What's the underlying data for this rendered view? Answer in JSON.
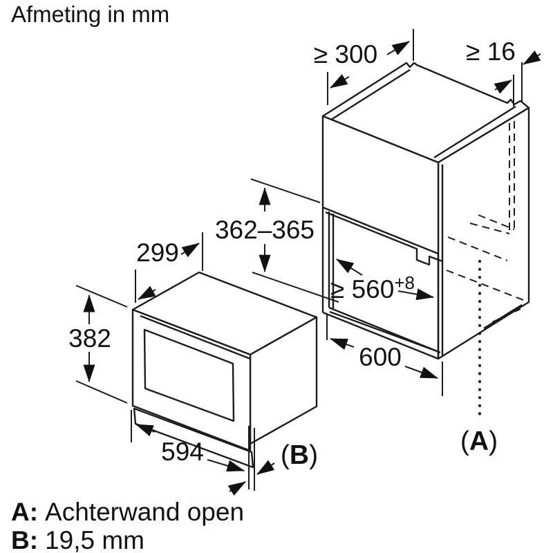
{
  "title": "Afmeting in mm",
  "drawing": {
    "cabinet": {
      "dim_top_depth": "≥ 300",
      "dim_side_thickness": "≥ 16",
      "dim_niche_height": "362–365",
      "dim_niche_width": "≥ 560",
      "dim_niche_width_tolerance": "+8",
      "dim_cabinet_width": "600",
      "ref_a": {
        "open": "(",
        "letter": "A",
        "close": ")"
      }
    },
    "oven": {
      "dim_depth": "299",
      "dim_height": "382",
      "dim_width": "594",
      "ref_b": {
        "open": "(",
        "letter": "B",
        "close": ")"
      }
    }
  },
  "legend": {
    "items": [
      {
        "key": "A:",
        "text": "Achterwand open"
      },
      {
        "key": "B:",
        "text": "19,5 mm"
      }
    ]
  }
}
